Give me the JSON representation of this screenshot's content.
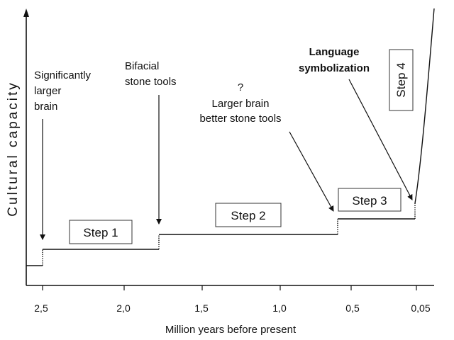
{
  "chart_data": {
    "type": "line",
    "ylabel": "Cultural capacity",
    "xlabel": "Million years before present",
    "x_ticks": [
      "2,5",
      "2,0",
      "1,5",
      "1,0",
      "0,5",
      "0,05"
    ],
    "steps": [
      "Step 1",
      "Step 2",
      "Step 3",
      "Step 4"
    ],
    "annotations": {
      "brain": [
        "Significantly",
        "larger",
        "brain"
      ],
      "tools": [
        "Bifacial",
        "stone tools"
      ],
      "question": [
        "?",
        "Larger brain",
        "better stone tools"
      ],
      "language": [
        "Language",
        "symbolization"
      ]
    }
  },
  "colors": {
    "line": "#111111",
    "background": "#ffffff"
  }
}
